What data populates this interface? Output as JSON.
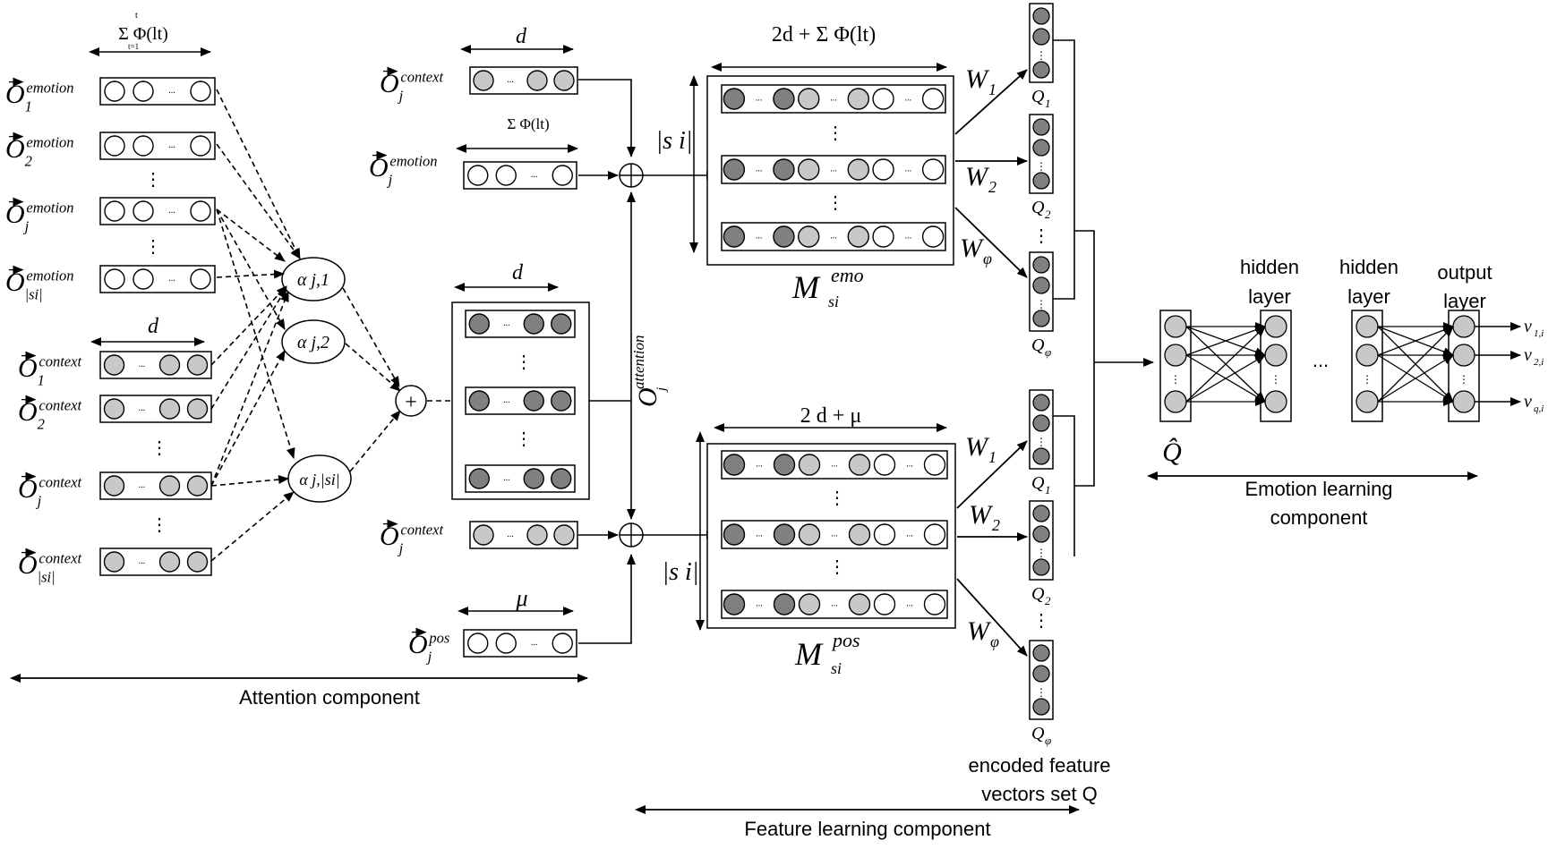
{
  "attention": {
    "sum_label": "Σ Φ(lt)",
    "sum_upper": "t",
    "sum_lower": "t=1",
    "emotion_rows": [
      {
        "base": "O",
        "sub": "1",
        "sup": "emotion"
      },
      {
        "base": "O",
        "sub": "2",
        "sup": "emotion"
      },
      {
        "base": "O",
        "sub": "j",
        "sup": "emotion"
      },
      {
        "base": "O",
        "sub": "|si|",
        "sup": "emotion"
      }
    ],
    "context_rows": [
      {
        "base": "O",
        "sub": "1",
        "sup": "context"
      },
      {
        "base": "O",
        "sub": "2",
        "sup": "context"
      },
      {
        "base": "O",
        "sub": "j",
        "sup": "context"
      },
      {
        "base": "O",
        "sub": "|si|",
        "sup": "context"
      }
    ],
    "dim_d": "d",
    "alphas": [
      "α j,1",
      "α j,2",
      "α j,|si|"
    ],
    "plus": "+",
    "dots": "⋮",
    "footer": "Attention component"
  },
  "feature": {
    "ctx_label": {
      "base": "O",
      "sub": "j",
      "sup": "context"
    },
    "emo_label": {
      "base": "O",
      "sub": "j",
      "sup": "emotion"
    },
    "pos_label": {
      "base": "O",
      "sub": "j",
      "sup": "pos"
    },
    "att_label": {
      "base": "O",
      "sub": "j",
      "sup": "attention"
    },
    "dim_d": "d",
    "dim_mu": "μ",
    "dim_emo_top": "2d + Σ Φ(lt)",
    "dim_pos_top": "2 d  +  μ",
    "si": "|s i|",
    "m_emo": {
      "base": "M",
      "sub": "si",
      "sup": "emo"
    },
    "m_pos": {
      "base": "M",
      "sub": "si",
      "sup": "pos"
    },
    "weights": [
      "W1",
      "W2",
      "Wφ"
    ],
    "q_labels": [
      "Q1",
      "Q2",
      "Qφ"
    ],
    "oplus": "⊕",
    "encoded_line1": "encoded feature",
    "encoded_line2": "vectors set Q",
    "footer": "Feature learning component"
  },
  "emotion": {
    "q_hat": "Q̂",
    "layers": [
      "hidden\nlayer",
      "hidden\nlayer",
      "output\nlayer"
    ],
    "hidden1_line1": "hidden",
    "hidden1_line2": "layer",
    "hidden2_line1": "hidden",
    "hidden2_line2": "layer",
    "output_line1": "output",
    "output_line2": "layer",
    "ellipsis": "...",
    "outputs": [
      "v1,i",
      "v2,i",
      "vq,i"
    ],
    "footer_line1": "Emotion learning",
    "footer_line2": "component"
  },
  "colors": {
    "white": "#ffffff",
    "light": "#c8c8c8",
    "dark": "#808080",
    "stroke": "#000000"
  }
}
